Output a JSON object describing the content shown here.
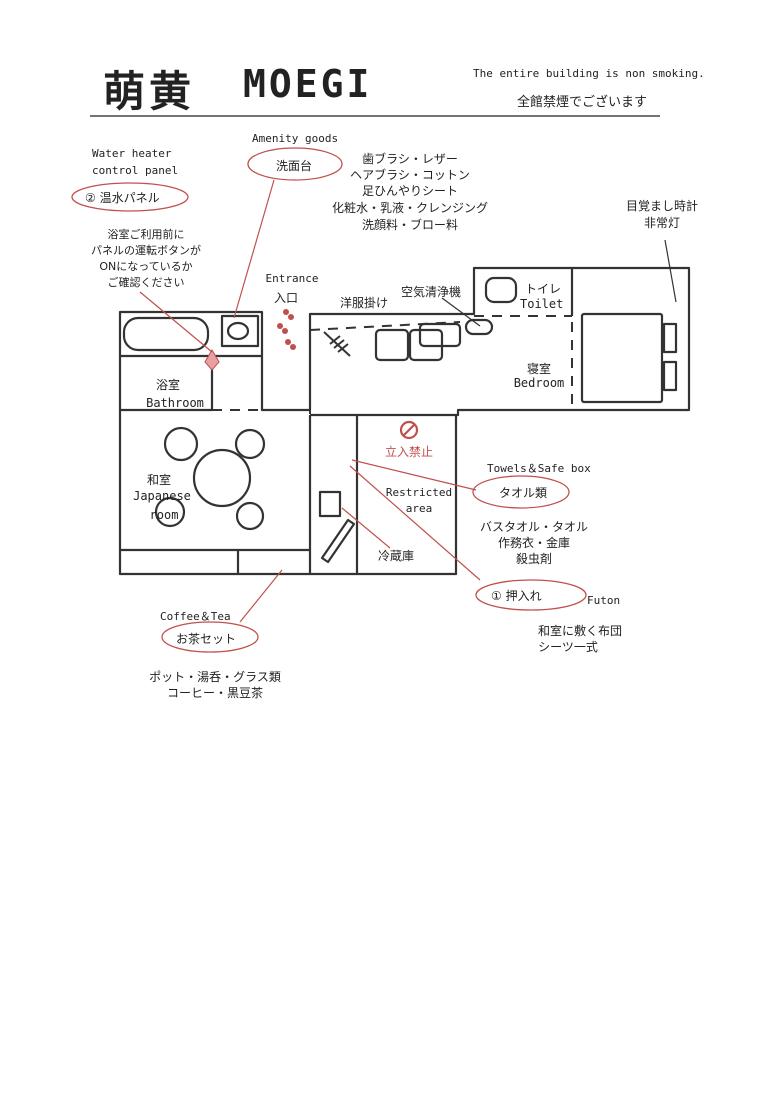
{
  "header": {
    "title_jp": "萌黄",
    "title_en": "MOEGI",
    "nosmoking_en": "The entire building is non smoking.",
    "nosmoking_jp": "全館禁煙でございます"
  },
  "labels": {
    "water_heater_en_1": "Water heater",
    "water_heater_en_2": "control panel",
    "water_heater_jp": "② 温水パネル",
    "water_heater_note_1": "浴室ご利用前に",
    "water_heater_note_2": "パネルの運転ボタンが",
    "water_heater_note_3": "ONになっているか",
    "water_heater_note_4": "ご確認ください",
    "amenity_en": "Amenity goods",
    "amenity_jp": "洗面台",
    "amenity_items_1": "歯ブラシ・レザー",
    "amenity_items_2": "ヘアブラシ・コットン",
    "amenity_items_3": "足ひんやりシート",
    "amenity_items_4": "化粧水・乳液・クレンジング",
    "amenity_items_5": "洗顔料・ブロー料",
    "alarm_1": "目覚まし時計",
    "alarm_2": "非常灯",
    "entrance_en": "Entrance",
    "entrance_jp": "入口",
    "hanger_jp": "洋服掛け",
    "air_cleaner_jp": "空気清浄機",
    "toilet_jp": "トイレ",
    "toilet_en": "Toilet",
    "bath_jp": "浴室",
    "bath_en": "Bathroom",
    "bedroom_jp": "寝室",
    "bedroom_en": "Bedroom",
    "restricted_jp": "立入禁止",
    "restricted_en_1": "Restricted",
    "restricted_en_2": "area",
    "japanese_room_jp": "和室",
    "japanese_room_en_1": "Japanese",
    "japanese_room_en_2": "room",
    "fridge_jp": "冷蔵庫",
    "towels_en": "Towels＆Safe box",
    "towels_jp": "タオル類",
    "towels_items_1": "バスタオル・タオル",
    "towels_items_2": "作務衣・金庫",
    "towels_items_3": "殺虫剤",
    "futon_jp": "① 押入れ",
    "futon_en": "Futon",
    "futon_items_1": "和室に敷く布団",
    "futon_items_2": "シーツ一式",
    "coffee_en": "Coffee＆Tea",
    "coffee_jp": "お茶セット",
    "coffee_items_1": "ポット・湯呑・グラス類",
    "coffee_items_2": "コーヒー・黒豆茶"
  },
  "colors": {
    "ink": "#222222",
    "accent_red": "#c0504d",
    "marker_pink": "#e8a0a0"
  }
}
